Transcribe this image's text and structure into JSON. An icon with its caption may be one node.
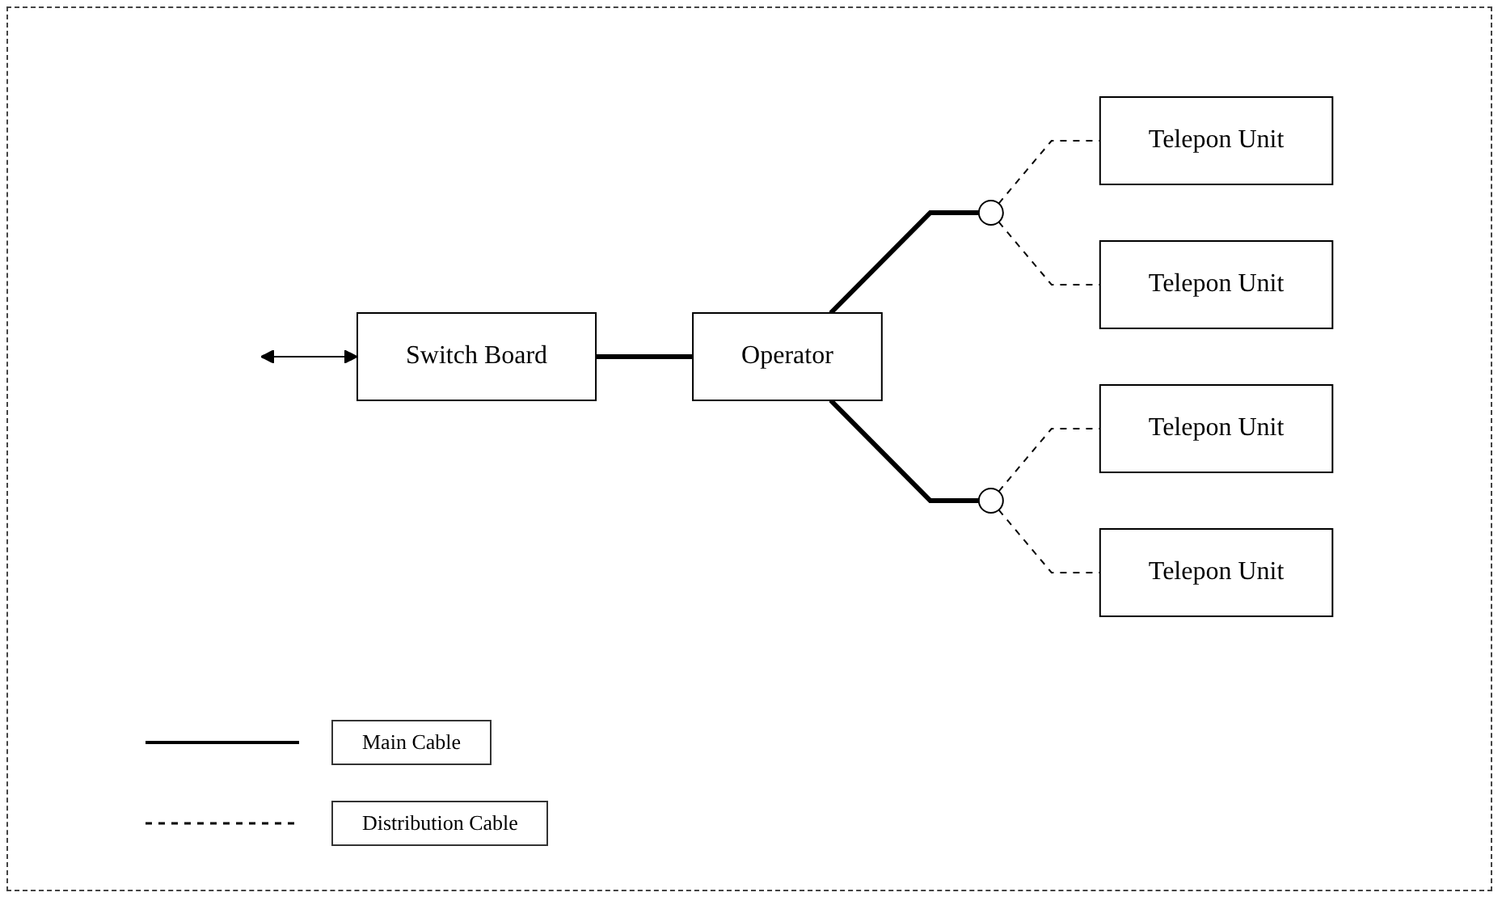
{
  "diagram": {
    "nodes": [
      {
        "text": [
          "Switch Board"
        ]
      },
      {
        "text": [
          "Operator"
        ]
      },
      {
        "text": [],
        "shape": "circle"
      },
      {
        "text": [
          "Telepon Unit"
        ]
      },
      {
        "text": [
          "Telepon Unit"
        ]
      },
      {
        "text": [],
        "shape": "circle"
      },
      {
        "text": [
          "Telepon Unit"
        ]
      },
      {
        "text": [
          "Telepon Unit"
        ]
      }
    ],
    "edges": [
      {
        "from": null,
        "to": 0,
        "arrow": "both"
      },
      {
        "from": 0,
        "to": 1,
        "arrow": "none",
        "style": "thick"
      },
      {
        "from": 1,
        "to": 2,
        "arrow": "none",
        "style": "thick"
      },
      {
        "from": 2,
        "to": 3,
        "arrow": "none",
        "style": "dashed"
      },
      {
        "from": 2,
        "to": 4,
        "arrow": "none",
        "style": "dashed"
      },
      {
        "from": 1,
        "to": 5,
        "arrow": "none",
        "style": "thick"
      },
      {
        "from": 5,
        "to": 6,
        "arrow": "none",
        "style": "dashed"
      },
      {
        "from": 5,
        "to": 7,
        "arrow": "none",
        "style": "dashed"
      }
    ],
    "legend": [
      {
        "text": "Main Cable"
      },
      {
        "text": "Distribution Cable"
      }
    ]
  }
}
